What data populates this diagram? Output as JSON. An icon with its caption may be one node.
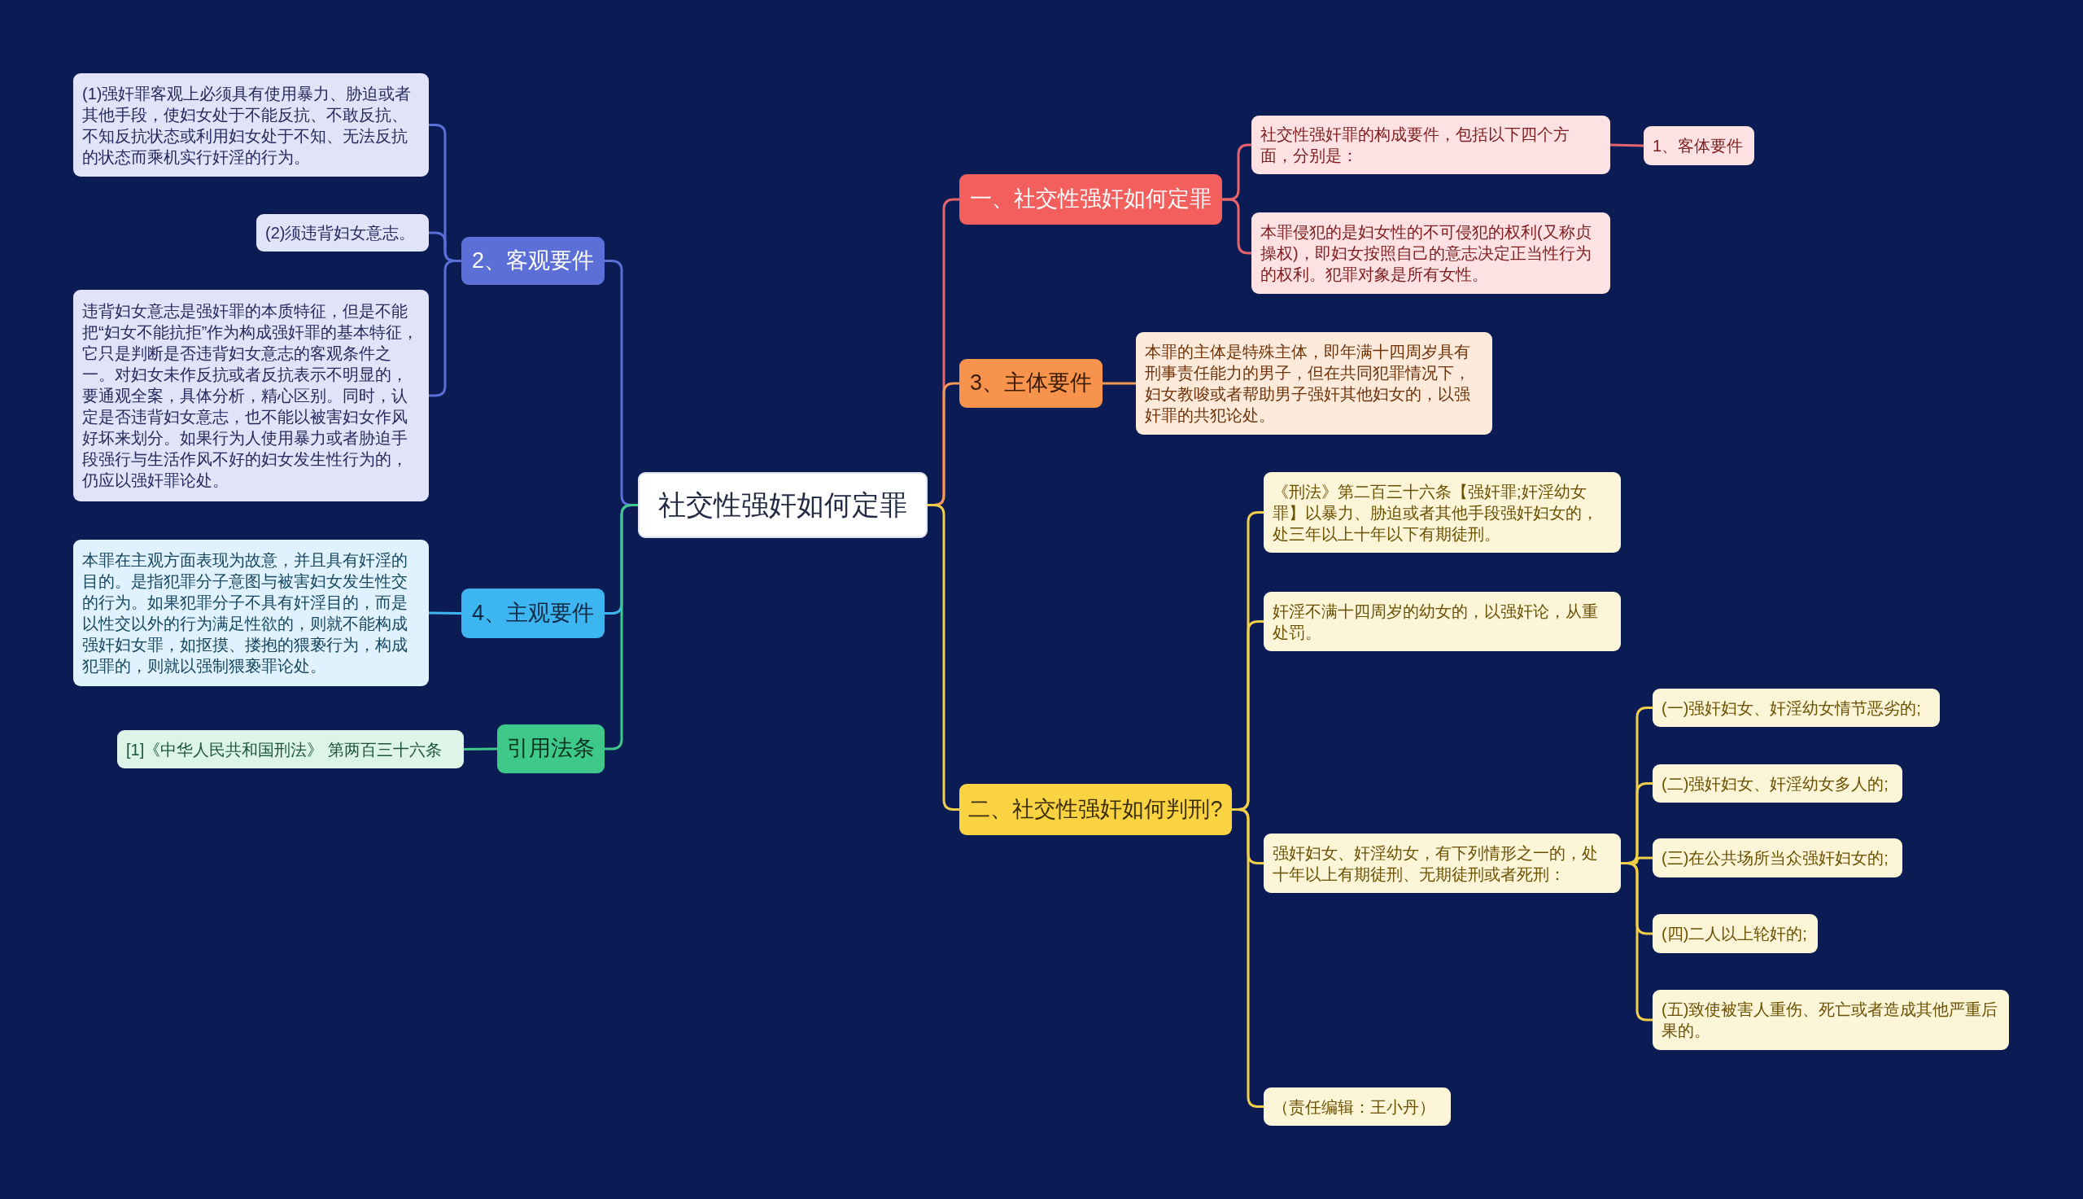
{
  "diagram": {
    "nodes": [
      {
        "text": [
          "社交性强奸如何定罪"
        ]
      },
      {
        "text": [
          "一、社交性强奸如何定罪"
        ]
      },
      {
        "text": [
          "社交性强奸罪的构成要件，包括以下四个方面，分别是："
        ]
      },
      {
        "text": [
          "1、客体要件"
        ]
      },
      {
        "text": [
          "本罪侵犯的是妇女性的不可侵犯的权利(又称贞操权)，即妇女按照自己的意志决定正当性行为的权利。犯罪对象是所有女性。"
        ]
      },
      {
        "text": [
          "3、主体要件"
        ]
      },
      {
        "text": [
          "本罪的主体是特殊主体，即年满十四周岁具有刑事责任能力的男子，但在共同犯罪情况下，妇女教唆或者帮助男子强奸其他妇女的，以强奸罪的共犯论处。"
        ]
      },
      {
        "text": [
          "二、社交性强奸如何判刑?"
        ]
      },
      {
        "text": [
          "《刑法》第二百三十六条【强奸罪;奸淫幼女罪】以暴力、胁迫或者其他手段强奸妇女的，处三年以上十年以下有期徒刑。"
        ]
      },
      {
        "text": [
          "奸淫不满十四周岁的幼女的，以强奸论，从重处罚。"
        ]
      },
      {
        "text": [
          "强奸妇女、奸淫幼女，有下列情形之一的，处十年以上有期徒刑、无期徒刑或者死刑："
        ]
      },
      {
        "text": [
          "(一)强奸妇女、奸淫幼女情节恶劣的;"
        ]
      },
      {
        "text": [
          "(二)强奸妇女、奸淫幼女多人的;"
        ]
      },
      {
        "text": [
          "(三)在公共场所当众强奸妇女的;"
        ]
      },
      {
        "text": [
          "(四)二人以上轮奸的;"
        ]
      },
      {
        "text": [
          "(五)致使被害人重伤、死亡或者造成其他严重后果的。"
        ]
      },
      {
        "text": [
          "（责任编辑：王小丹）"
        ]
      },
      {
        "text": [
          "2、客观要件"
        ]
      },
      {
        "text": [
          "(1)强奸罪客观上必须具有使用暴力、胁迫或者其他手段，使妇女处于不能反抗、不敢反抗、不知反抗状态或利用妇女处于不知、无法反抗的状态而乘机实行奸淫的行为。"
        ]
      },
      {
        "text": [
          "(2)须违背妇女意志。"
        ]
      },
      {
        "text": [
          "违背妇女意志是强奸罪的本质特征，但是不能把“妇女不能抗拒”作为构成强奸罪的基本特征，它只是判断是否违背妇女意志的客观条件之一。对妇女未作反抗或者反抗表示不明显的，要通观全案，具体分析，精心区别。同时，认定是否违背妇女意志，也不能以被害妇女作风好坏来划分。如果行为人使用暴力或者胁迫手段强行与生活作风不好的妇女发生性行为的，仍应以强奸罪论处。"
        ]
      },
      {
        "text": [
          "4、主观要件"
        ]
      },
      {
        "text": [
          "本罪在主观方面表现为故意，并且具有奸淫的目的。是指犯罪分子意图与被害妇女发生性交的行为。如果犯罪分子不具有奸淫目的，而是以性交以外的行为满足性欲的，则就不能构成强奸妇女罪，如抠摸、搂抱的猥亵行为，构成犯罪的，则就以强制猥亵罪论处。"
        ]
      },
      {
        "text": [
          "引用法条"
        ]
      },
      {
        "text": [
          "[1]《中华人民共和国刑法》 第两百三十六条"
        ]
      }
    ],
    "edges": [
      {
        "from": 0,
        "to": 1,
        "arrow": "none",
        "color": "#e8646a"
      },
      {
        "from": 1,
        "to": 2,
        "arrow": "none",
        "color": "#e8646a"
      },
      {
        "from": 2,
        "to": 3,
        "arrow": "none",
        "color": "#e8646a"
      },
      {
        "from": 1,
        "to": 4,
        "arrow": "none",
        "color": "#e8646a"
      },
      {
        "from": 0,
        "to": 5,
        "arrow": "none",
        "color": "#f39a55"
      },
      {
        "from": 5,
        "to": 6,
        "arrow": "none",
        "color": "#f39a55"
      },
      {
        "from": 0,
        "to": 7,
        "arrow": "none"
      },
      {
        "from": 7,
        "to": 8,
        "arrow": "none"
      },
      {
        "from": 7,
        "to": 9,
        "arrow": "none"
      },
      {
        "from": 7,
        "to": 10,
        "arrow": "none"
      },
      {
        "from": 10,
        "to": 11,
        "arrow": "none"
      },
      {
        "from": 10,
        "to": 12,
        "arrow": "none"
      },
      {
        "from": 10,
        "to": 13,
        "arrow": "none"
      },
      {
        "from": 10,
        "to": 14,
        "arrow": "none"
      },
      {
        "from": 10,
        "to": 15,
        "arrow": "none"
      },
      {
        "from": 7,
        "to": 16,
        "arrow": "none"
      },
      {
        "from": 0,
        "to": 17,
        "arrow": "none",
        "color": "#5b6fd6"
      },
      {
        "from": 17,
        "to": 18,
        "arrow": "none",
        "color": "#5b6fd6"
      },
      {
        "from": 17,
        "to": 19,
        "arrow": "none",
        "color": "#5b6fd6"
      },
      {
        "from": 17,
        "to": 20,
        "arrow": "none",
        "color": "#5b6fd6"
      },
      {
        "from": 0,
        "to": 21,
        "arrow": "none",
        "color": "#3db5f0"
      },
      {
        "from": 21,
        "to": 22,
        "arrow": "none",
        "color": "#3db5f0"
      },
      {
        "from": 0,
        "to": 23,
        "arrow": "none",
        "color": "#3ec88a"
      },
      {
        "from": 23,
        "to": 24,
        "arrow": "none",
        "color": "#3ec88a"
      }
    ]
  }
}
